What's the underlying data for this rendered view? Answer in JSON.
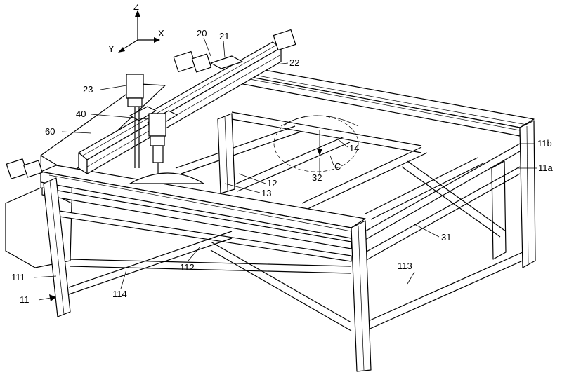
{
  "axes": {
    "z": "Z",
    "x": "X",
    "y": "Y"
  },
  "labels": {
    "l20": "20",
    "l21": "21",
    "l22": "22",
    "l23": "23",
    "l40": "40",
    "l60": "60",
    "l14": "14",
    "lC": "C",
    "l32": "32",
    "l12": "12",
    "l13": "13",
    "l11b": "11b",
    "l11a": "11a",
    "l31": "31",
    "l111": "111",
    "l11": "11",
    "l114": "114",
    "l112": "112",
    "l113": "113"
  }
}
